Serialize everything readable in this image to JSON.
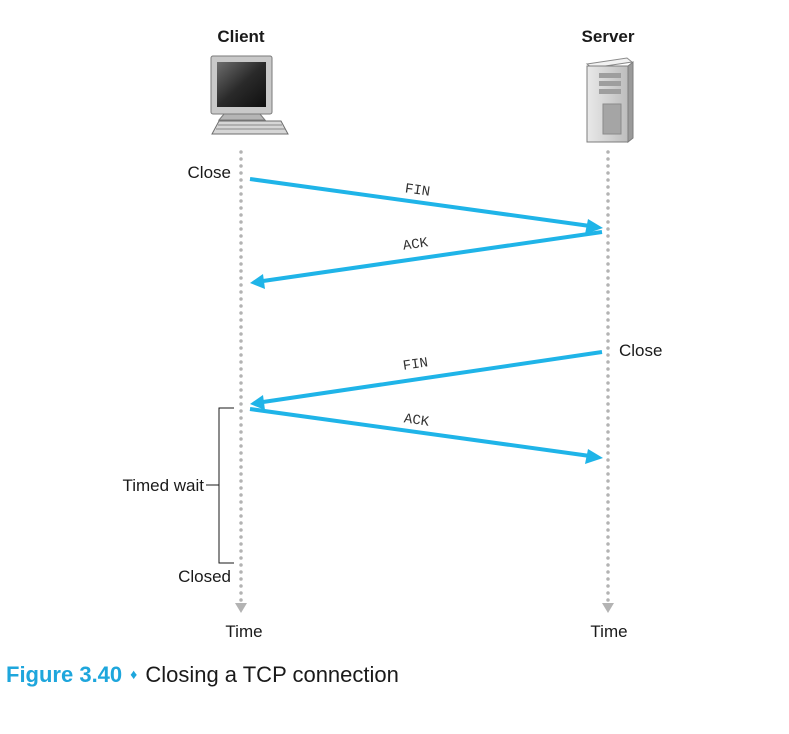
{
  "diagram": {
    "client_label": "Client",
    "server_label": "Server",
    "client_close": "Close",
    "server_close": "Close",
    "timed_wait": "Timed wait",
    "closed": "Closed",
    "client_time": "Time",
    "server_time": "Time",
    "messages": {
      "fin_1": "FIN",
      "ack_1": "ACK",
      "fin_2": "FIN",
      "ack_2": "ACK"
    },
    "arrow_color": "#1fb4e8",
    "timeline_color": "#b3b3b3"
  },
  "caption": {
    "number": "Figure 3.40",
    "separator": "♦",
    "title": "Closing a TCP connection"
  }
}
